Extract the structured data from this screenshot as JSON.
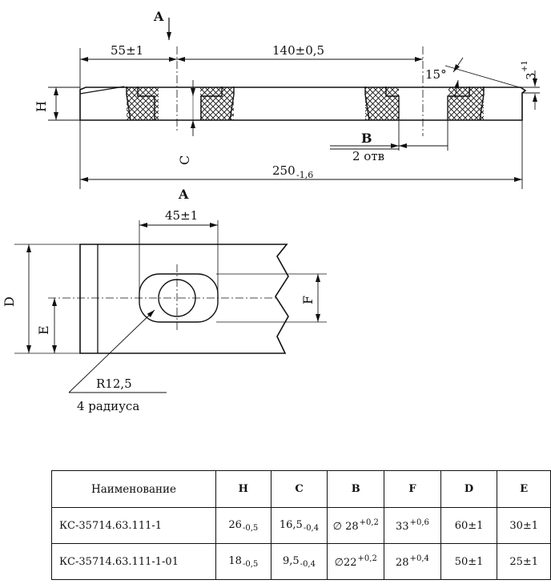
{
  "drawing": {
    "section_mark": "A",
    "view_label": "A",
    "dim_55": "55±1",
    "dim_140": "140±0,5",
    "dim_250": "250",
    "dim_250_tol": "-1,6",
    "angle": "15°",
    "chamfer": "3",
    "chamfer_tol": "+1",
    "label_H": "H",
    "label_C": "C",
    "label_B": "B",
    "holes_note": "2 отв",
    "dim_45": "45±1",
    "label_D": "D",
    "label_E": "E",
    "label_F": "F",
    "radius": "R12,5",
    "radius_note": "4 радиуса"
  },
  "table": {
    "headers": [
      "Наименование",
      "H",
      "C",
      "B",
      "F",
      "D",
      "E"
    ],
    "rows": [
      {
        "name": "КС-35714.63.111-1",
        "H": "26",
        "H_tol": "-0,5",
        "C": "16,5",
        "C_tol": "-0,4",
        "B_sym": "∅",
        "B": "28",
        "B_tol": "+0,2",
        "F": "33",
        "F_tol": "+0,6",
        "D": "60±1",
        "E": "30±1"
      },
      {
        "name": "КС-35714.63.111-1-01",
        "H": "18",
        "H_tol": "-0,5",
        "C": "9,5",
        "C_tol": "-0,4",
        "B_sym": "∅",
        "B": "22",
        "B_tol": "+0,2",
        "F": "28",
        "F_tol": "+0,4",
        "D": "50±1",
        "E": "25±1"
      }
    ]
  }
}
